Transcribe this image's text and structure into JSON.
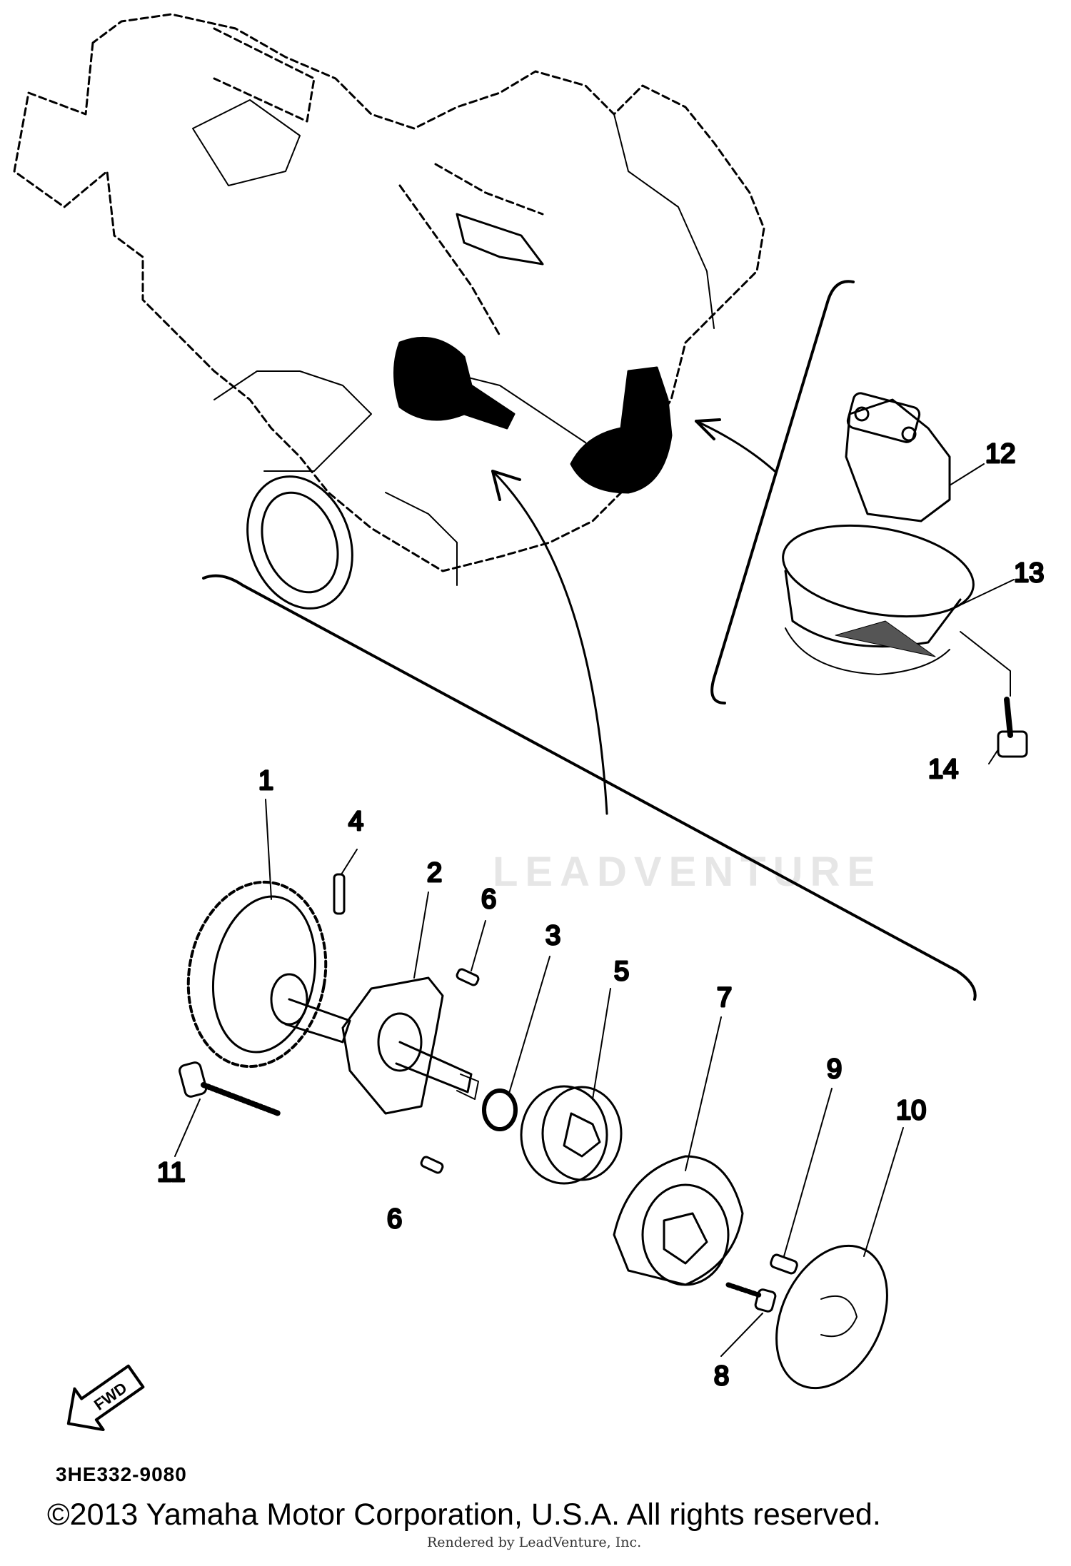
{
  "callouts": {
    "c1": "1",
    "c2": "2",
    "c3": "3",
    "c4": "4",
    "c5": "5",
    "c6a": "6",
    "c6b": "6",
    "c7": "7",
    "c8": "8",
    "c9": "9",
    "c10": "10",
    "c11": "11",
    "c12": "12",
    "c13": "13",
    "c14": "14"
  },
  "fwd_label": "FWD",
  "diagram_code": "3HE332-9080",
  "copyright": "©2013 Yamaha Motor Corporation, U.S.A. All rights reserved.",
  "rendered_by": "Rendered by LeadVenture, Inc.",
  "watermark": "LEADVENTURE"
}
